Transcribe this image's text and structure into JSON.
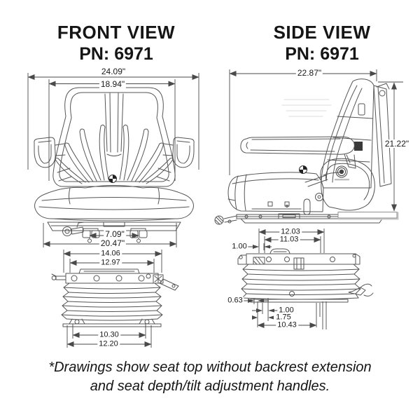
{
  "front_view": {
    "title": "FRONT VIEW",
    "part_number": "PN: 6971",
    "dims": {
      "overall_width": "24.09\"",
      "backrest_width": "18.94\"",
      "bolt_spacing": "7.09\"",
      "seat_pan_width": "20.47\"",
      "suspension_top_width": "14.06",
      "suspension_upper_width": "12.97",
      "suspension_lower_width": "10.30",
      "suspension_base_width": "12.20"
    }
  },
  "side_view": {
    "title": "SIDE VIEW",
    "part_number": "PN: 6971",
    "dims": {
      "overall_depth": "22.87\"",
      "overall_height": "21.22\"",
      "suspension_top_depth": "12.03",
      "suspension_plate_depth": "11.03",
      "top_offset": "1.00",
      "base_offset": "0.63",
      "mount_offset_a": "1.00",
      "mount_offset_b": "1.75",
      "mount_hole_depth": "10.43"
    }
  },
  "footnote": {
    "line1": "*Drawings show seat top without backrest extension",
    "line2": "and seat depth/tilt adjustment handles."
  },
  "icons": {
    "center_of_gravity": "center-of-gravity marker",
    "brand_emblem": "circular brand emblem"
  },
  "colors": {
    "line_art": "#555555",
    "dimension_lines": "#4a4a4a",
    "text": "#1a1a1a",
    "background": "#ffffff",
    "patch_border": "#8f8f8f"
  }
}
